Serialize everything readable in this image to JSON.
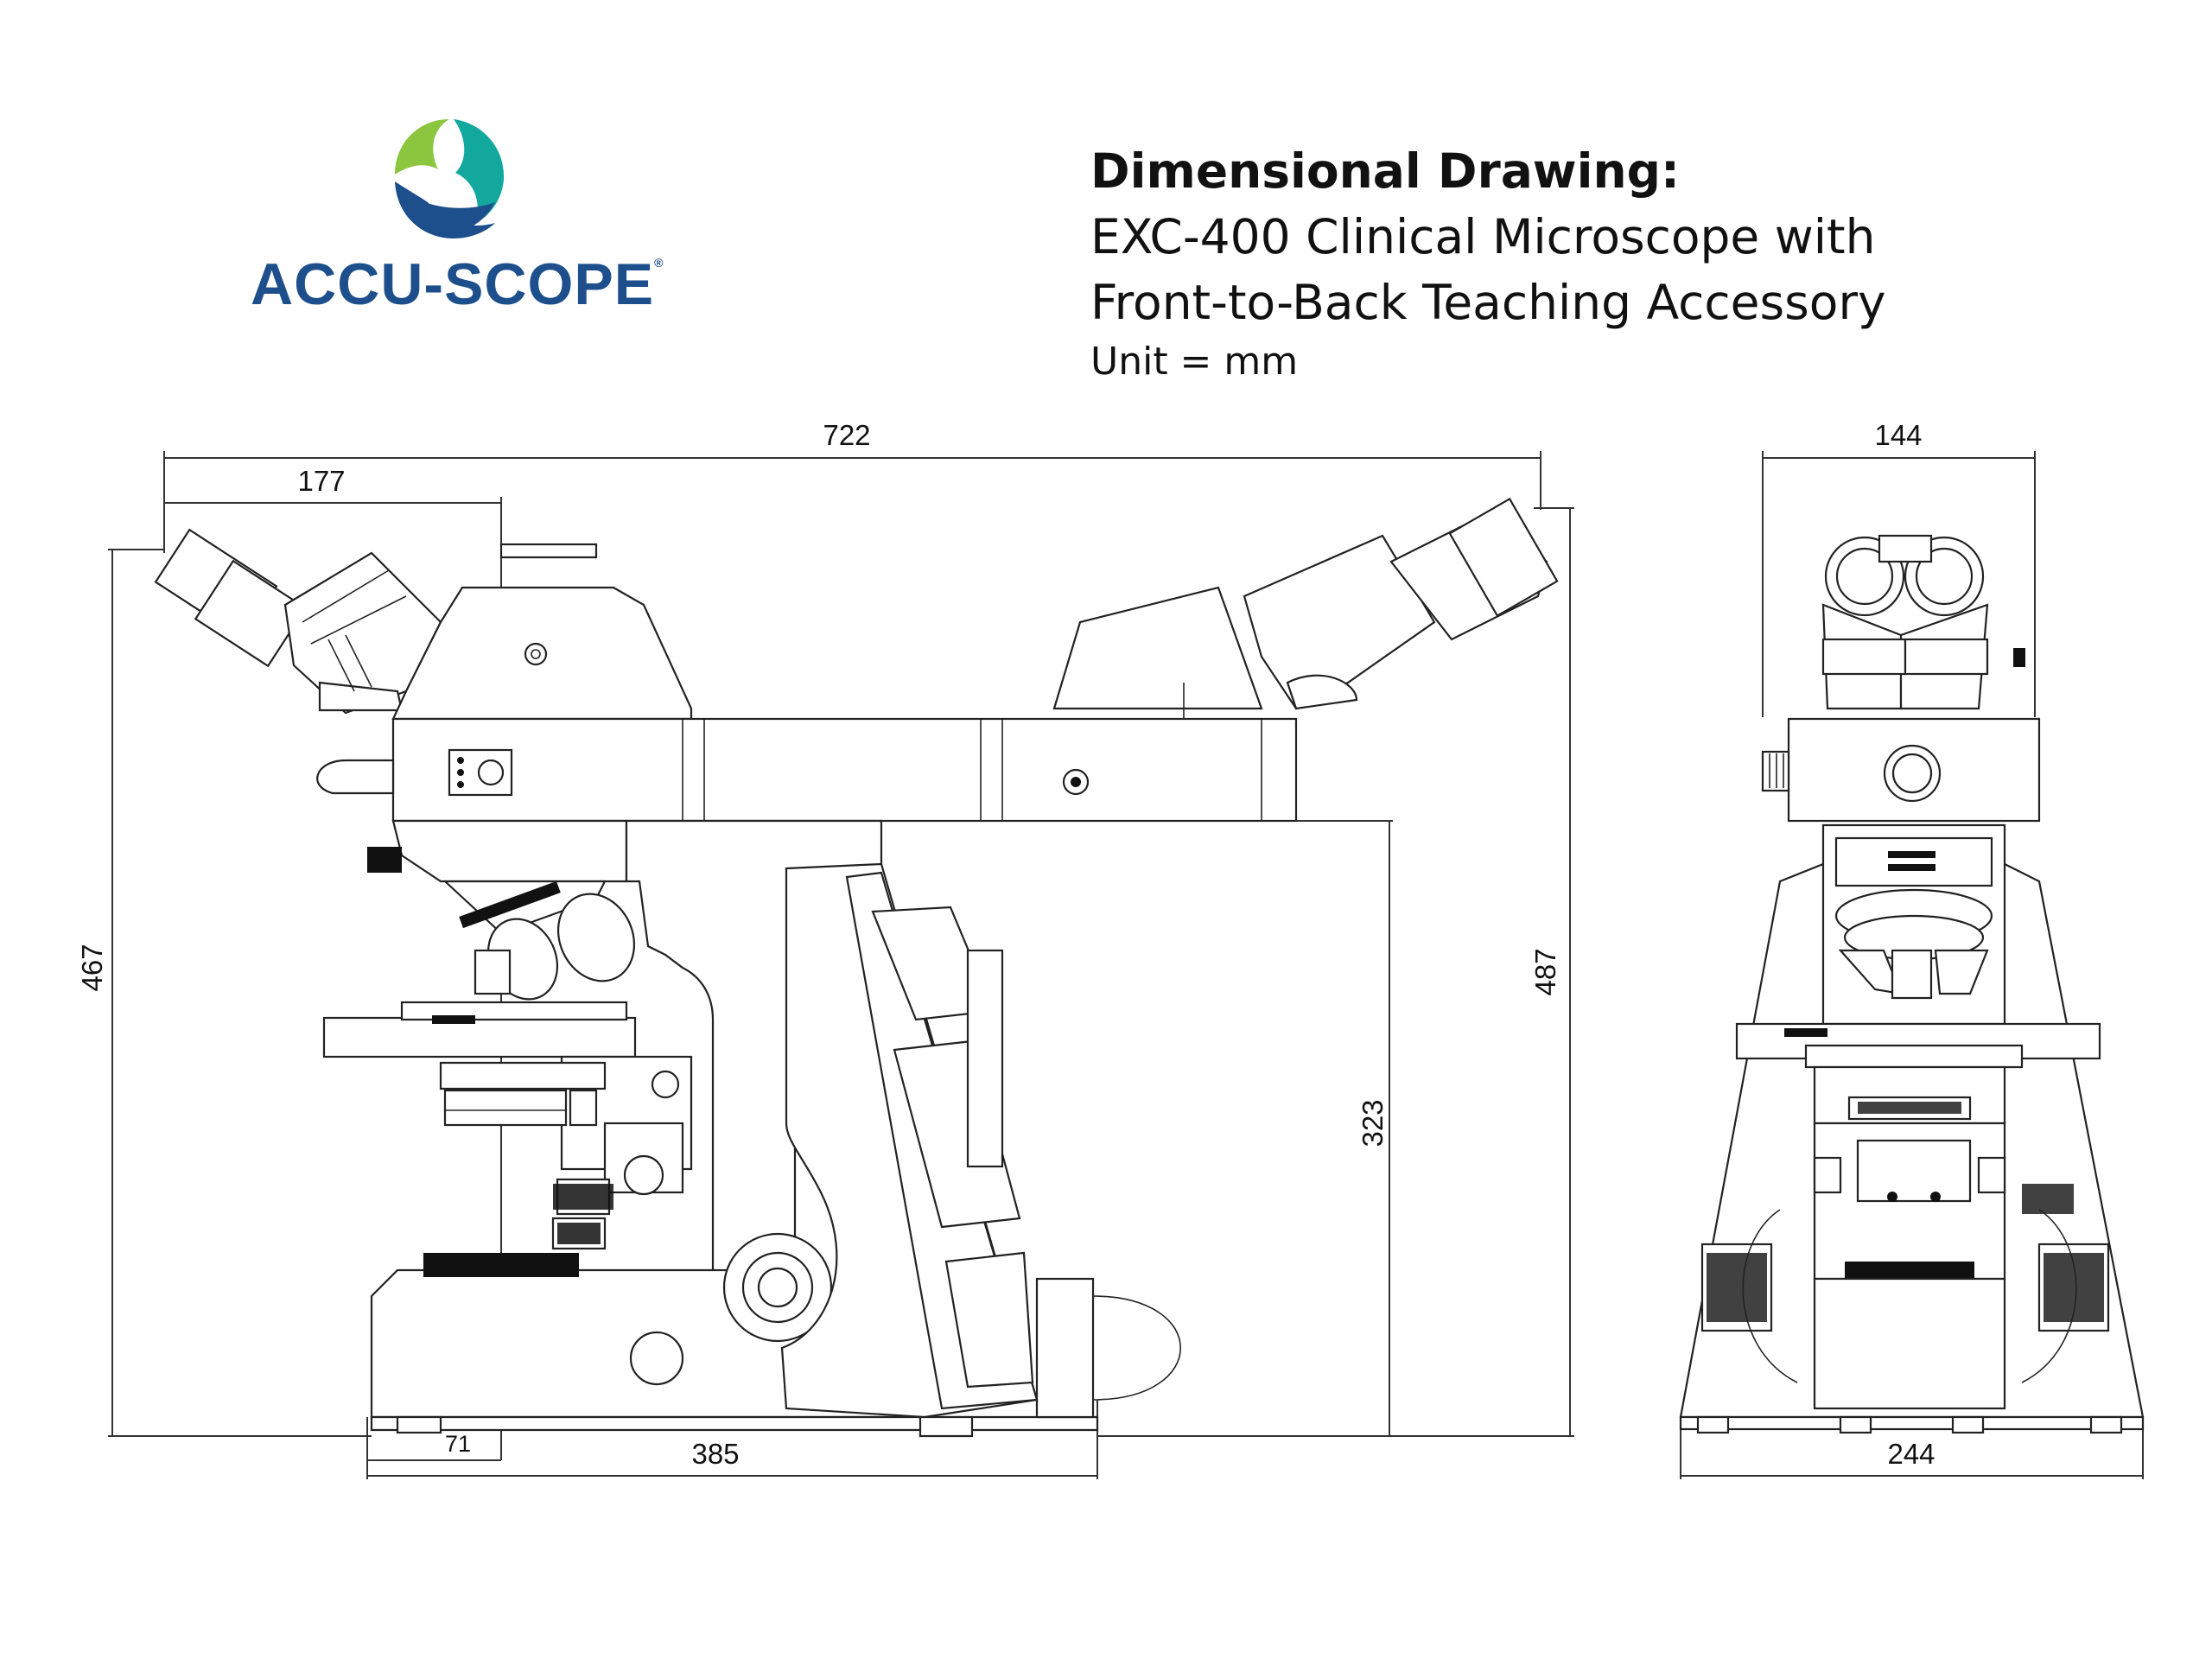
{
  "brand": {
    "name": "ACCU-SCOPE",
    "registered_mark": "®",
    "colors": {
      "blue": "#1d4f8c",
      "green": "#8cc63f",
      "teal": "#13a89e"
    }
  },
  "title": {
    "heading": "Dimensional Drawing:",
    "line1": "EXC-400 Clinical Microscope with",
    "line2": "Front-to-Back Teaching Accessory",
    "unit": "Unit = mm"
  },
  "side_view": {
    "total_width": "722",
    "eyepiece_offset": "177",
    "left_height": "467",
    "right_height": "487",
    "arm_height": "323",
    "base_offset": "71",
    "base_depth": "385"
  },
  "front_view": {
    "head_width": "144",
    "base_width": "244"
  },
  "icons": [
    "accu-scope-logo-icon",
    "microscope-side-view",
    "microscope-front-view"
  ]
}
